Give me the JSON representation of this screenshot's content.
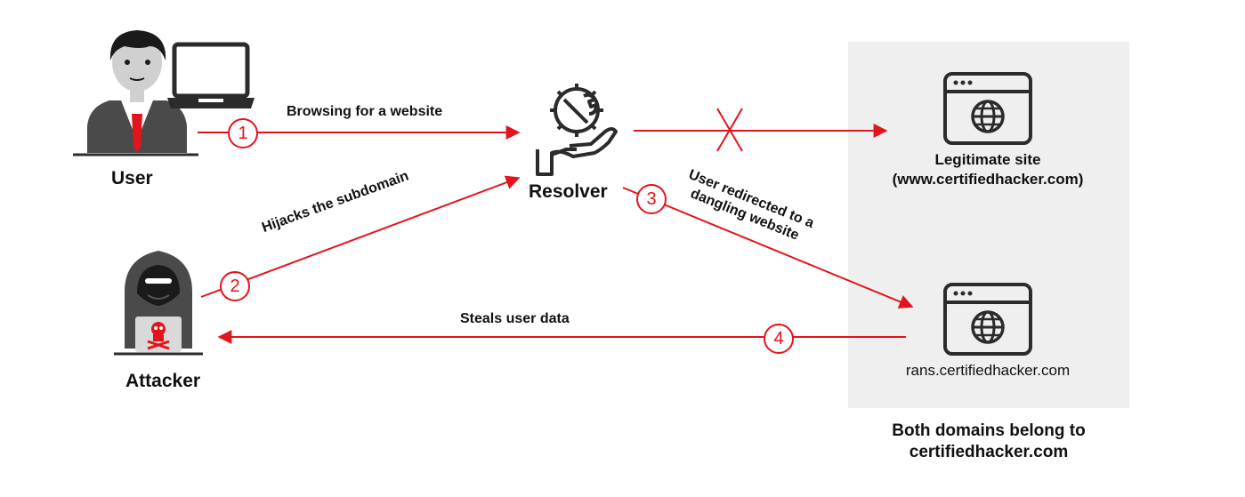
{
  "nodes": {
    "user": {
      "label": "User",
      "icon": "businessman-icon"
    },
    "laptop": {
      "icon": "laptop-icon"
    },
    "resolver": {
      "label": "Resolver",
      "icon": "gear-wrench-hand-icon"
    },
    "attacker": {
      "label": "Attacker",
      "icon": "hooded-hacker-icon"
    },
    "legit_site": {
      "label_line1": "Legitimate site",
      "label_line2": "(www.certifiedhacker.com)",
      "icon": "browser-globe-icon"
    },
    "rans_site": {
      "label": "rans.certifiedhacker.com",
      "icon": "browser-globe-icon"
    }
  },
  "steps": [
    {
      "number": "1",
      "label": "Browsing for a website"
    },
    {
      "number": "2",
      "label": "Hijacks the subdomain"
    },
    {
      "number": "3",
      "label_line1": "User redirected to a",
      "label_line2": "dangling website"
    },
    {
      "number": "4",
      "label": "Steals user data"
    }
  ],
  "footer": {
    "line1": "Both domains belong to",
    "line2": "certifiedhacker.com"
  },
  "colors": {
    "accent": "#e3141b",
    "panel": "#efeff0",
    "icon_dark": "#2b2b2b",
    "suit": "#4a4a4a"
  }
}
